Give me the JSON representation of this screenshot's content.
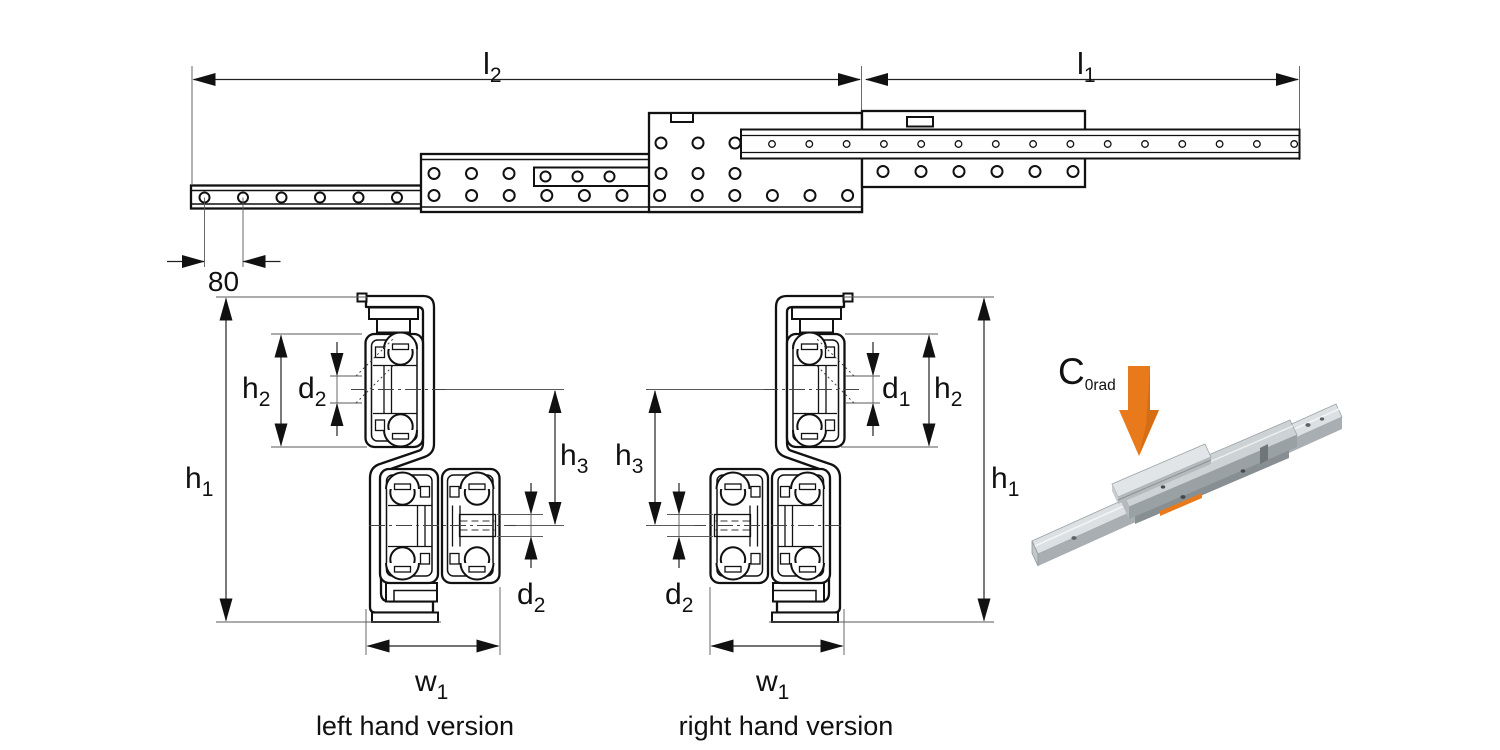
{
  "title": "telescopic rail technical drawing",
  "top_view": {
    "length_l2": {
      "main": "l",
      "sub": "2"
    },
    "length_l1": {
      "main": "l",
      "sub": "1"
    },
    "hole_pitch": "80"
  },
  "dims": {
    "h1": {
      "main": "h",
      "sub": "1"
    },
    "h2": {
      "main": "h",
      "sub": "2"
    },
    "h3": {
      "main": "h",
      "sub": "3"
    },
    "d1": {
      "main": "d",
      "sub": "1"
    },
    "d2": {
      "main": "d",
      "sub": "2"
    },
    "w1": {
      "main": "w",
      "sub": "1"
    }
  },
  "captions": {
    "left": "left hand version",
    "right": "right hand version"
  },
  "load": {
    "main": "C",
    "sub": "0rad"
  },
  "colors": {
    "line": "#111111",
    "dim_line": "#222222",
    "accent_orange": "#e87a1c",
    "steel_light": "#dde0e2",
    "steel_mid": "#b3b9bc",
    "steel_dark": "#8f979b"
  }
}
